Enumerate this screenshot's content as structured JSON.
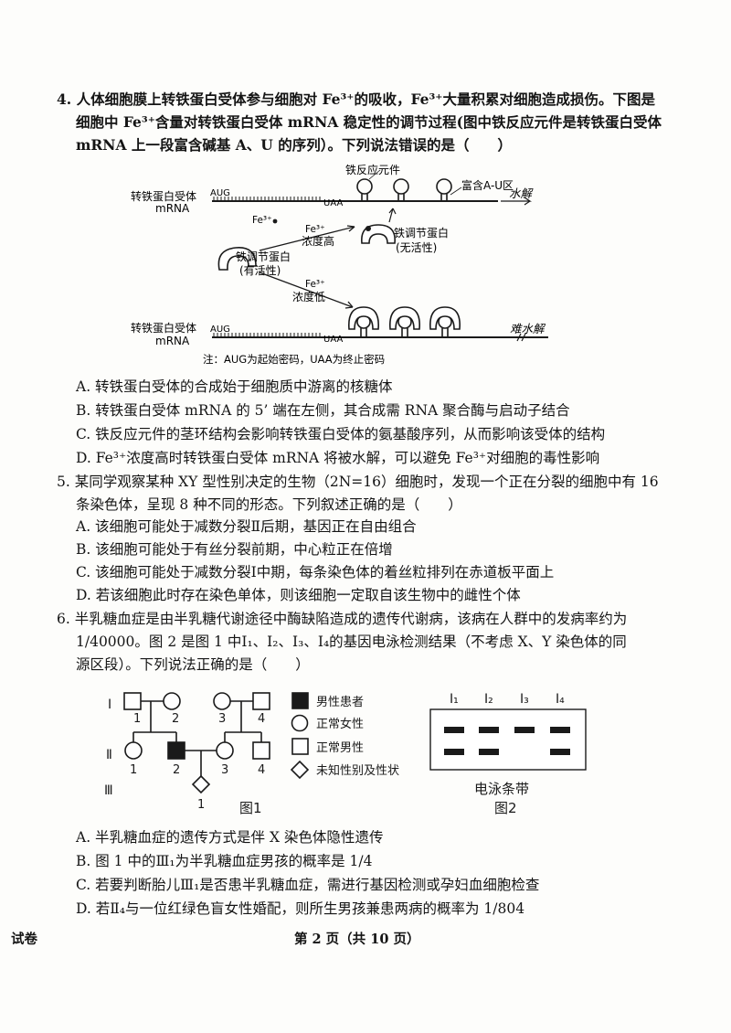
{
  "q4": {
    "lines": [
      "4.  人体细胞膜上转铁蛋白受体参与细胞对 Fe³⁺的吸收，Fe³⁺大量积累对细胞造成损伤。下图是",
      "细胞中 Fe³⁺含量对转铁蛋白受体 mRNA 稳定性的调节过程(图中铁反应元件是转铁蛋白受体",
      "mRNA 上一段富含碱基 A、U 的序列）。下列说法错误的是（　　）"
    ],
    "figure": {
      "iron_response_element": "铁反应元件",
      "au_rich_region": "富含A-U区",
      "top_mrna_label_1": "转铁蛋白受体",
      "top_mrna_label_2": "mRNA",
      "bottom_mrna_label_1": "转铁蛋白受体",
      "bottom_mrna_label_2": "mRNA",
      "start_codon_top": "AUG",
      "stop_codon_top": "UAA",
      "start_codon_bottom": "AUG",
      "stop_codon_bottom": "UAA",
      "hydrolysis": "水解",
      "hard_to_hydrolyze": "难水解",
      "fe_ion": "Fe³⁺",
      "fe_high_1": "Fe³⁺",
      "fe_high_2": "浓度高",
      "fe_low_1": "Fe³⁺",
      "fe_low_2": "浓度低",
      "active_protein_1": "铁调节蛋白",
      "active_protein_2": "(有活性)",
      "inactive_protein_1": "铁调节蛋白",
      "inactive_protein_2": "(无活性)",
      "note": "注：AUG为起始密码，UAA为终止密码"
    },
    "options": [
      "A.  转铁蛋白受体的合成始于细胞质中游离的核糖体",
      "B.  转铁蛋白受体 mRNA 的 5’ 端在左侧，其合成需 RNA 聚合酶与启动子结合",
      "C.  铁反应元件的茎环结构会影响转铁蛋白受体的氨基酸序列，从而影响该受体的结构",
      "D.  Fe³⁺浓度高时转铁蛋白受体 mRNA 将被水解，可以避免 Fe³⁺对细胞的毒性影响"
    ]
  },
  "q5": {
    "lines": [
      "5.  某同学观察某种 XY 型性别决定的生物（2N=16）细胞时，发现一个正在分裂的细胞中有 16",
      "条染色体，呈现 8 种不同的形态。下列叙述正确的是（　　）"
    ],
    "options": [
      "A.  该细胞可能处于减数分裂Ⅱ后期，基因正在自由组合",
      "B.  该细胞可能处于有丝分裂前期，中心粒正在倍增",
      "C.  该细胞可能处于减数分裂Ⅰ中期，每条染色体的着丝粒排列在赤道板平面上",
      "D.  若该细胞此时存在染色单体，则该细胞一定取自该生物中的雌性个体"
    ]
  },
  "q6": {
    "lines": [
      "6.  半乳糖血症是由半乳糖代谢途径中酶缺陷造成的遗传代谢病，该病在人群中的发病率约为",
      "1/40000。图 2 是图 1 中Ⅰ₁、Ⅰ₂、Ⅰ₃、Ⅰ₄的基因电泳检测结果（不考虑 X、Y 染色体的同",
      "源区段）。下列说法正确的是（　　）"
    ],
    "pedigree": {
      "gen_labels": [
        "Ⅰ",
        "Ⅱ",
        "Ⅲ"
      ],
      "gen1_numbers": [
        "1",
        "2",
        "3",
        "4"
      ],
      "gen2_numbers": [
        "1",
        "2",
        "3",
        "4"
      ],
      "gen3_numbers": [
        "1"
      ],
      "legend": [
        "男性患者",
        "正常女性",
        "正常男性",
        "未知性别及性状"
      ],
      "caption": "图1"
    },
    "electrophoresis": {
      "lane_labels": [
        "I₁",
        "I₂",
        "I₃",
        "I₄"
      ],
      "band_rows": [
        [
          true,
          true,
          true,
          true
        ],
        [
          true,
          true,
          false,
          true
        ]
      ],
      "box_label": "电泳条带",
      "caption": "图2"
    },
    "options": [
      "A.  半乳糖血症的遗传方式是伴 X 染色体隐性遗传",
      "B.  图 1 中的Ⅲ₁为半乳糖血症男孩的概率是 1/4",
      "C.  若要判断胎儿Ⅲ₁是否患半乳糖血症，需进行基因检测或孕妇血细胞检查",
      "D.  若Ⅱ₄与一位红绿色盲女性婚配，则所生男孩兼患两病的概率为 1/804"
    ]
  },
  "footer": {
    "left": "试卷",
    "center": "第 2 页（共 10 页）"
  }
}
